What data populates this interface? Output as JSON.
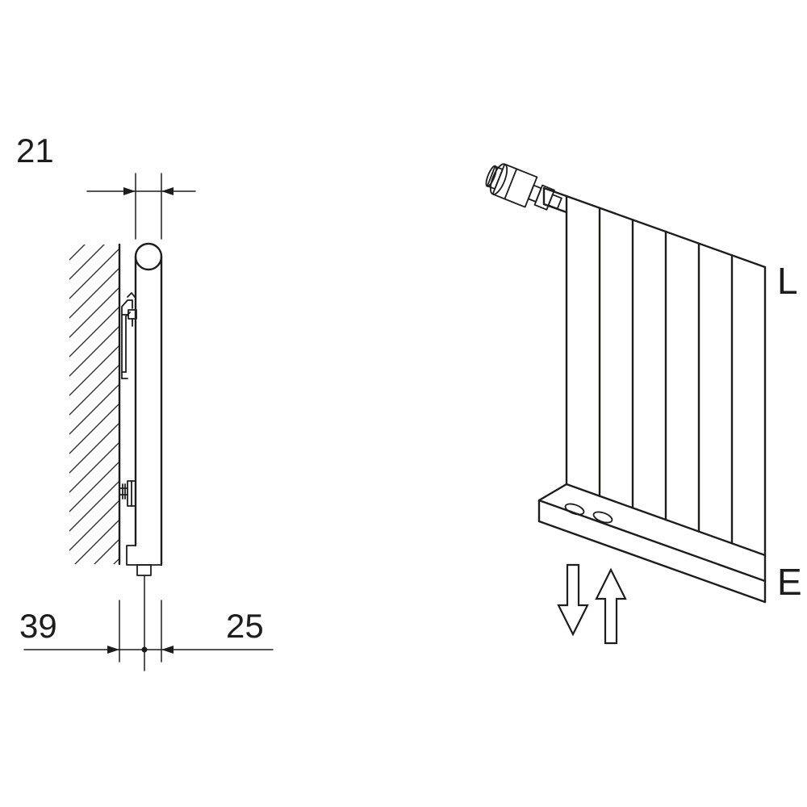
{
  "colors": {
    "background": "#ffffff",
    "line_color": "#1d1d1b"
  },
  "left_view": {
    "dim_top": "21",
    "dim_bottom_left": "39",
    "dim_bottom_right": "25"
  },
  "right_view": {
    "label_top": "L",
    "label_bottom": "E"
  }
}
